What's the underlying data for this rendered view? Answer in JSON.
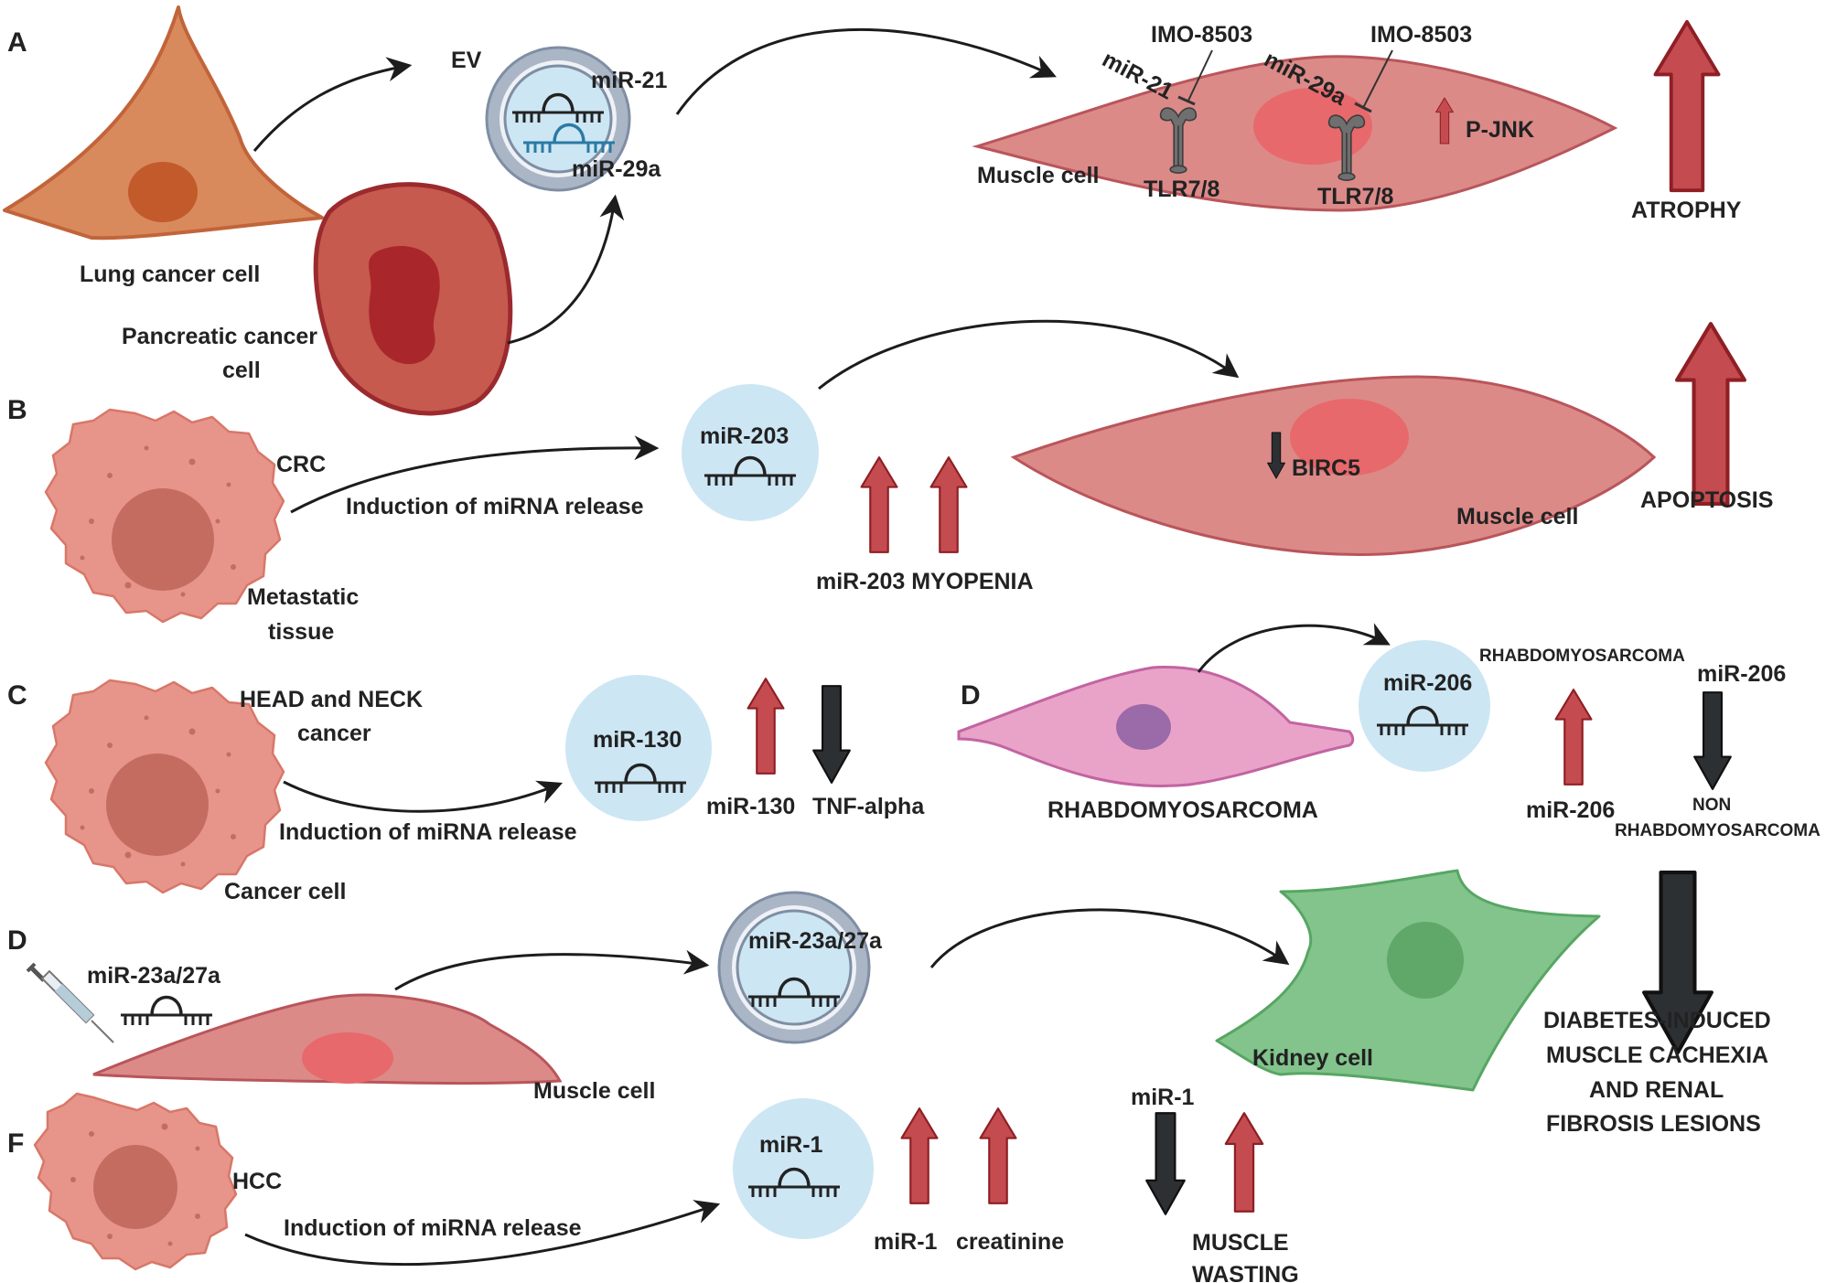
{
  "colors": {
    "arrow_up": "#c44b4f",
    "arrow_up_stroke": "#8e1f24",
    "arrow_down": "#2d3033",
    "vesicle_fill": "#cce6f4",
    "vesicle_membrane": "#a7b3c4",
    "muscle_cell": "#db8a88",
    "muscle_nucleus": "#e8696b",
    "kidney_cell": "#82c48c",
    "rms_cell": "#eaa3c8",
    "tumor_cell": "#e7958a",
    "lung_cell": "#d98a5d",
    "pancreatic_cell": "#c65a4e"
  },
  "panels": {
    "a": {
      "label": "A",
      "lung_cell": "Lung cancer cell",
      "pancreatic_line1": "Pancreatic cancer",
      "pancreatic_line2": "cell",
      "ev": "EV",
      "mir21": "miR-21",
      "mir29a": "miR-29a",
      "imo_left": "IMO-8503",
      "imo_right": "IMO-8503",
      "mir21_tilted": "miR-21",
      "mir29a_tilted": "miR-29a",
      "tlr_left": "TLR7/8",
      "tlr_right": "TLR7/8",
      "pjnk": "P-JNK",
      "muscle_cell": "Muscle cell",
      "outcome": "ATROPHY"
    },
    "b": {
      "label": "B",
      "crc": "CRC",
      "induction": "Induction of miRNA release",
      "metastatic_line1": "Metastatic",
      "metastatic_line2": "tissue",
      "mir": "miR-203",
      "birc5": "BIRC5",
      "muscle_cell": "Muscle cell",
      "up_labels": "miR-203 MYOPENIA",
      "outcome": "APOPTOSIS"
    },
    "c": {
      "label": "C",
      "headneck_line1": "HEAD and NECK",
      "headneck_line2": "cancer",
      "induction": "Induction of miRNA release",
      "cancer_cell": "Cancer cell",
      "mir": "miR-130",
      "label_up": "miR-130",
      "label_down": "TNF-alpha"
    },
    "d1": {
      "label": "D",
      "rms": "RHABDOMYOSARCOMA",
      "mir": "miR-206",
      "rms_small": "RHABDOMYOSARCOMA",
      "up_label": "miR-206",
      "down_top": "miR-206",
      "non": "NON",
      "non_rms": "RHABDOMYOSARCOMA"
    },
    "d2": {
      "label": "D",
      "injected": "miR-23a/27a",
      "vesicle_mir": "miR-23a/27a",
      "muscle_cell": "Muscle cell",
      "kidney_cell": "Kidney cell",
      "outcome_line1": "DIABETES-INDUCED",
      "outcome_line2": "MUSCLE CACHEXIA",
      "outcome_line3": "AND RENAL",
      "outcome_line4": "FIBROSIS LESIONS"
    },
    "f": {
      "label": "F",
      "hcc": "HCC",
      "induction": "Induction of miRNA release",
      "mir": "miR-1",
      "up_label_1": "miR-1",
      "up_label_2": "creatinine",
      "down_top": "miR-1",
      "wasting_line1": "MUSCLE",
      "wasting_line2": "WASTING"
    }
  }
}
